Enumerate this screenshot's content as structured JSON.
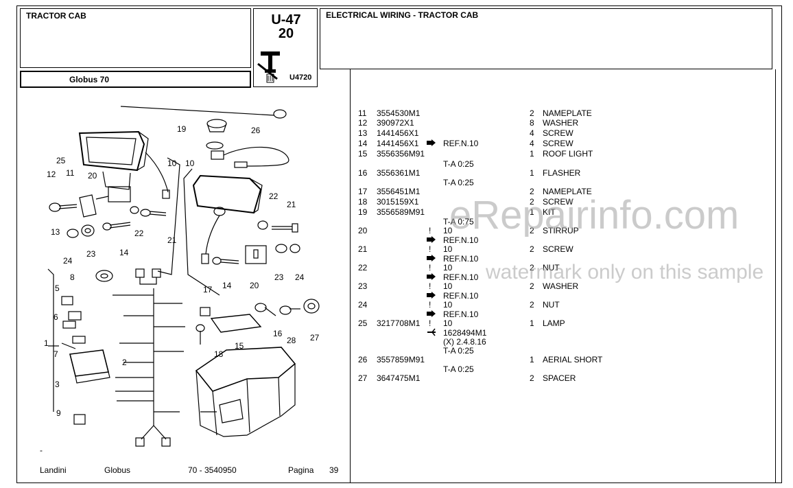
{
  "header": {
    "section_left": "TRACTOR CAB",
    "model": "Globus 70",
    "ref_code_top": "U-47",
    "ref_code_num": "20",
    "ref_image": "U4720",
    "section_right": "ELECTRICAL WIRING - TRACTOR CAB",
    "icon": "tractor-seat-icon"
  },
  "parts": [
    {
      "ref": "11",
      "part": "3554530M1",
      "mark": "",
      "note": "",
      "qty": "2",
      "desc": "NAMEPLATE"
    },
    {
      "ref": "12",
      "part": "390972X1",
      "mark": "",
      "note": "",
      "qty": "8",
      "desc": "WASHER"
    },
    {
      "ref": "13",
      "part": "1441456X1",
      "mark": "",
      "note": "",
      "qty": "4",
      "desc": "SCREW"
    },
    {
      "ref": "14",
      "part": "1441456X1",
      "mark": "arrow",
      "note": "REF.N.10",
      "qty": "4",
      "desc": "SCREW"
    },
    {
      "ref": "15",
      "part": "3556356M91",
      "mark": "",
      "note": "",
      "qty": "1",
      "desc": "ROOF LIGHT"
    },
    {
      "ref": "",
      "part": "",
      "mark": "",
      "note": "T-A 0:25",
      "qty": "",
      "desc": ""
    },
    {
      "ref": "16",
      "part": "3556361M1",
      "mark": "",
      "note": "",
      "qty": "1",
      "desc": "FLASHER"
    },
    {
      "ref": "",
      "part": "",
      "mark": "",
      "note": "T-A 0:25",
      "qty": "",
      "desc": ""
    },
    {
      "ref": "17",
      "part": "3556451M1",
      "mark": "",
      "note": "",
      "qty": "2",
      "desc": "NAMEPLATE"
    },
    {
      "ref": "18",
      "part": "3015159X1",
      "mark": "",
      "note": "",
      "qty": "2",
      "desc": "SCREW"
    },
    {
      "ref": "19",
      "part": "3556589M91",
      "mark": "",
      "note": "",
      "qty": "1",
      "desc": "KIT"
    },
    {
      "ref": "",
      "part": "",
      "mark": "",
      "note": "T-A 0:75",
      "qty": "",
      "desc": ""
    },
    {
      "ref": "20",
      "part": "",
      "mark": "!",
      "note": "10",
      "qty": "2",
      "desc": "STIRRUP"
    },
    {
      "ref": "",
      "part": "",
      "mark": "arrow",
      "note": "REF.N.10",
      "qty": "",
      "desc": ""
    },
    {
      "ref": "21",
      "part": "",
      "mark": "!",
      "note": "10",
      "qty": "2",
      "desc": "SCREW"
    },
    {
      "ref": "",
      "part": "",
      "mark": "arrow",
      "note": "REF.N.10",
      "qty": "",
      "desc": ""
    },
    {
      "ref": "22",
      "part": "",
      "mark": "!",
      "note": "10",
      "qty": "2",
      "desc": "NUT"
    },
    {
      "ref": "",
      "part": "",
      "mark": "arrow",
      "note": "REF.N.10",
      "qty": "",
      "desc": ""
    },
    {
      "ref": "23",
      "part": "",
      "mark": "!",
      "note": "10",
      "qty": "2",
      "desc": "WASHER"
    },
    {
      "ref": "",
      "part": "",
      "mark": "arrow",
      "note": "REF.N.10",
      "qty": "",
      "desc": ""
    },
    {
      "ref": "24",
      "part": "",
      "mark": "!",
      "note": "10",
      "qty": "2",
      "desc": "NUT"
    },
    {
      "ref": "",
      "part": "",
      "mark": "arrow",
      "note": "REF.N.10",
      "qty": "",
      "desc": ""
    },
    {
      "ref": "25",
      "part": "3217708M1",
      "mark": "!",
      "note": "10",
      "qty": "1",
      "desc": "LAMP"
    },
    {
      "ref": "",
      "part": "",
      "mark": "fork",
      "note": "1628494M1",
      "qty": "",
      "desc": ""
    },
    {
      "ref": "",
      "part": "",
      "mark": "",
      "note": "(X) 2.4.8.16",
      "qty": "",
      "desc": ""
    },
    {
      "ref": "",
      "part": "",
      "mark": "",
      "note": "T-A 0:25",
      "qty": "",
      "desc": ""
    },
    {
      "ref": "26",
      "part": "3557859M91",
      "mark": "",
      "note": "",
      "qty": "1",
      "desc": "AERIAL SHORT"
    },
    {
      "ref": "",
      "part": "",
      "mark": "",
      "note": "T-A 0:25",
      "qty": "",
      "desc": ""
    },
    {
      "ref": "27",
      "part": "3647475M1",
      "mark": "",
      "note": "",
      "qty": "2",
      "desc": "SPACER"
    }
  ],
  "footer": {
    "brand": "Landini",
    "series": "Globus",
    "code": "70 - 3540950",
    "page_label": "Pagina",
    "page_number": "39"
  },
  "watermark": {
    "main": "eRepairinfo.com",
    "sub": "watermark only on this sample"
  },
  "diagram_labels": [
    "1",
    "2",
    "3",
    "5",
    "6",
    "7",
    "8",
    "9",
    "10",
    "10",
    "11",
    "12",
    "13",
    "14",
    "14",
    "15",
    "16",
    "17",
    "18",
    "19",
    "20",
    "20",
    "21",
    "21",
    "22",
    "22",
    "23",
    "23",
    "24",
    "24",
    "25",
    "26",
    "27",
    "28"
  ],
  "diagram_dash": "-"
}
